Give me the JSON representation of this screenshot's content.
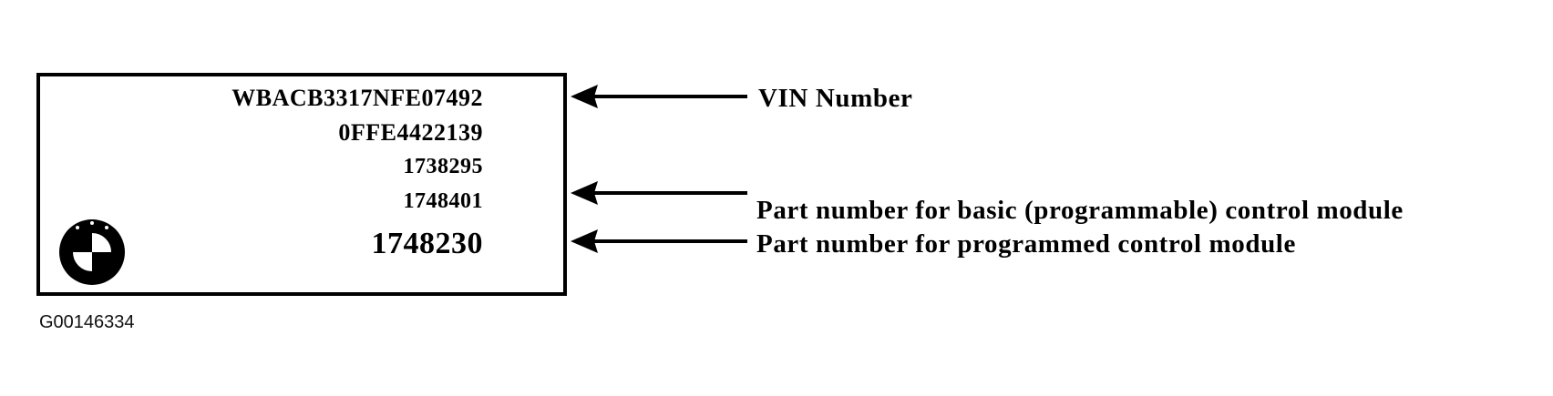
{
  "label": {
    "vin_code": "WBACB3317NFE07492",
    "code_2": "0FFE4422139",
    "code_3": "1738295",
    "code_4": "1748401",
    "code_5": "1748230",
    "logo_icon": "bmw-roundel-icon"
  },
  "callouts": {
    "vin": "VIN Number",
    "basic_module": "Part number for basic (programmable) control module",
    "programmed_module": "Part number for programmed control module"
  },
  "figure_id": "G00146334"
}
